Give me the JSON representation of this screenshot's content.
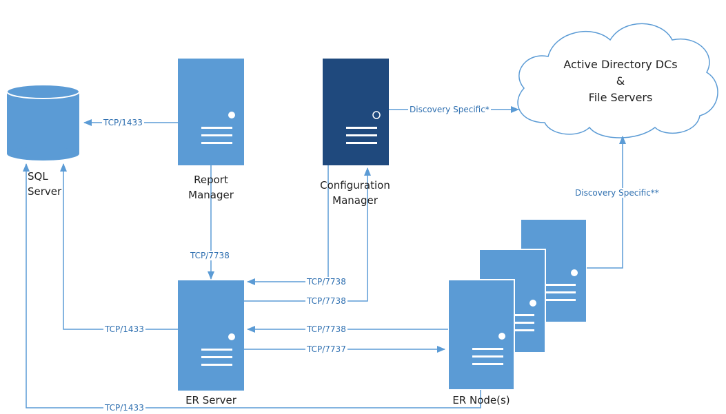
{
  "colors": {
    "server": "#5b9bd5",
    "server_highlight": "#1f497d",
    "arrow": "#5b9bd5",
    "edge_text": "#2e6fb0",
    "cloud_stroke": "#5b9bd5"
  },
  "nodes": {
    "sql_server": {
      "label_line1": "SQL",
      "label_line2": "Server",
      "icon": "database-icon"
    },
    "report_manager": {
      "label_line1": "Report",
      "label_line2": "Manager",
      "icon": "server-icon"
    },
    "configuration_manager": {
      "label_line1": "Configuration",
      "label_line2": "Manager",
      "icon": "server-icon"
    },
    "er_server": {
      "label": "ER Server",
      "icon": "server-icon"
    },
    "er_nodes": {
      "label": "ER Node(s)",
      "icon": "server-stack-icon"
    },
    "cloud": {
      "line1": "Active Directory DCs",
      "line2": "&",
      "line3": "File Servers",
      "icon": "cloud-icon"
    }
  },
  "edges": {
    "rm_to_sql": "TCP/1433",
    "cm_to_cloud": "Discovery Specific*",
    "nodes_to_cloud": "Discovery Specific**",
    "rm_to_er": "TCP/7738",
    "cm_to_er": "TCP/7738",
    "er_to_cm": "TCP/7738",
    "er_to_sql": "TCP/1433",
    "nodes_to_er": "TCP/7738",
    "er_to_nodes": "TCP/7737",
    "nodes_to_sql": "TCP/1433"
  }
}
